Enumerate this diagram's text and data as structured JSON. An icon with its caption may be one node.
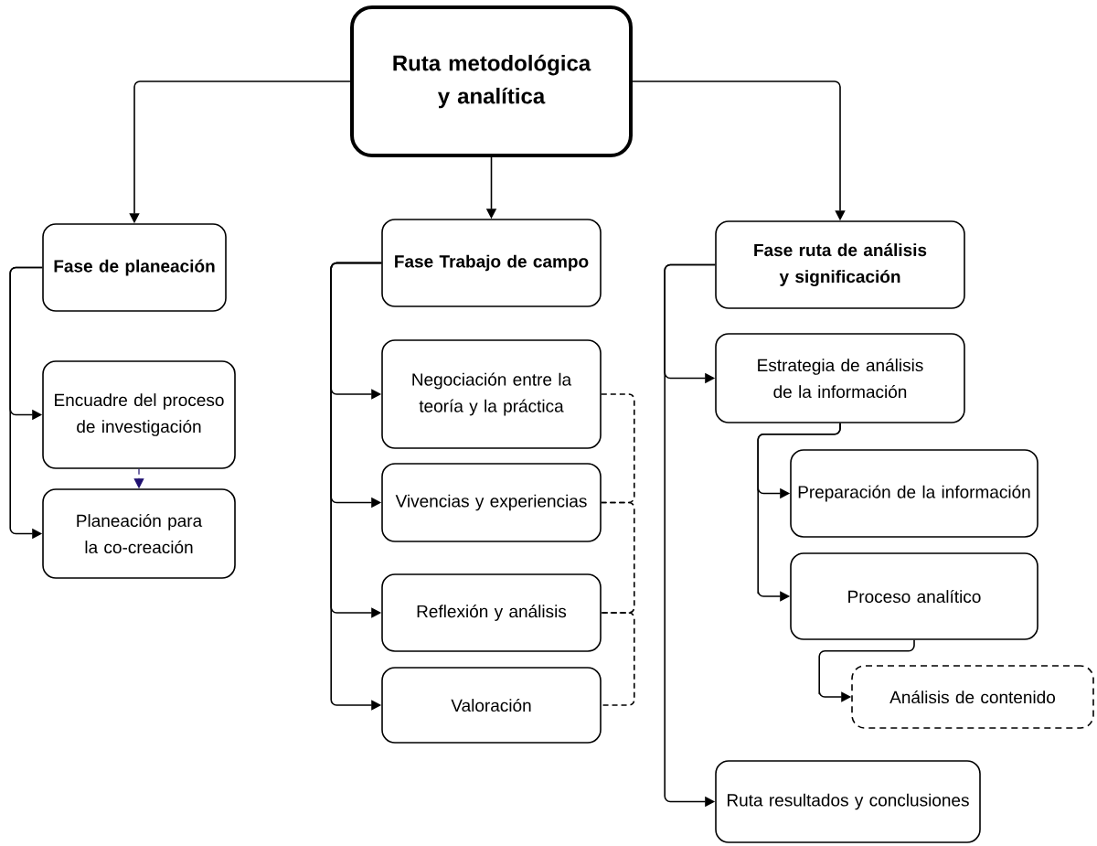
{
  "diagram": {
    "nodes": [
      {
        "text": [
          "Ruta metodológica y analítica"
        ]
      },
      {
        "text": [
          "Fase de planeación"
        ]
      },
      {
        "text": [
          "Encuadre del proceso de investigación"
        ]
      },
      {
        "text": [
          "Planeación para la co-creación"
        ]
      },
      {
        "text": [
          "Fase Trabajo de campo"
        ]
      },
      {
        "text": [
          "Negociación entre la teoría y la práctica"
        ]
      },
      {
        "text": [
          "Vivencias y experiencias"
        ]
      },
      {
        "text": [
          "Reflexión y análisis"
        ]
      },
      {
        "text": [
          "Valoración"
        ]
      },
      {
        "text": [
          "Fase ruta de análisis y significación"
        ]
      },
      {
        "text": [
          "Estrategia de análisis de la información"
        ]
      },
      {
        "text": [
          "Preparación de la información"
        ]
      },
      {
        "text": [
          "Proceso analítico"
        ]
      },
      {
        "text": [
          "Análisis de contenido"
        ]
      },
      {
        "text": [
          "Ruta resultados y conclusiones"
        ]
      }
    ],
    "edges": [
      {
        "from": 0,
        "to": 1,
        "arrow": "to"
      },
      {
        "from": 0,
        "to": 4,
        "arrow": "to"
      },
      {
        "from": 0,
        "to": 9,
        "arrow": "to"
      },
      {
        "from": 1,
        "to": 2,
        "arrow": "to"
      },
      {
        "from": 1,
        "to": 3,
        "arrow": "to"
      },
      {
        "from": 2,
        "to": 3,
        "arrow": "to",
        "style": "dashed",
        "color": "#1f1070"
      },
      {
        "from": 4,
        "to": 5,
        "arrow": "to"
      },
      {
        "from": 4,
        "to": 6,
        "arrow": "to"
      },
      {
        "from": 4,
        "to": 7,
        "arrow": "to"
      },
      {
        "from": 4,
        "to": 8,
        "arrow": "to"
      },
      {
        "from": 5,
        "to": 6,
        "arrow": "none",
        "style": "dashed"
      },
      {
        "from": 6,
        "to": 7,
        "arrow": "none",
        "style": "dashed"
      },
      {
        "from": 7,
        "to": 8,
        "arrow": "none",
        "style": "dashed"
      },
      {
        "from": 9,
        "to": 10,
        "arrow": "to"
      },
      {
        "from": 10,
        "to": 11,
        "arrow": "to"
      },
      {
        "from": 10,
        "to": 12,
        "arrow": "to"
      },
      {
        "from": 12,
        "to": 13,
        "arrow": "to"
      },
      {
        "from": 9,
        "to": 14,
        "arrow": "to"
      }
    ]
  }
}
